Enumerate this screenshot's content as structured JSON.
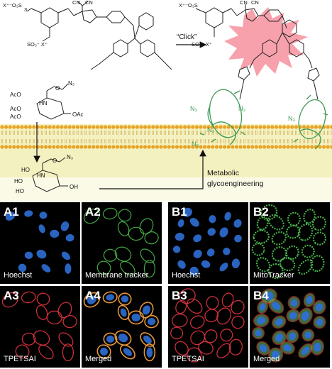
{
  "scheme": {
    "click_label": "“Click”",
    "metabolic_label_1": "Metabolic",
    "metabolic_label_2": "glycoengineering",
    "counter_ion_left": "X⁺⁻O₃S",
    "counter_ion_right": "X⁺⁻O₃S",
    "sulfonate_left": "SO₃⁻ X⁺",
    "sulfonate_right": "SO₃⁻ X⁺",
    "chain_subscript": "3",
    "cn": "CN",
    "n3": "N₃",
    "sugar_top": {
      "aco_1": "AcO",
      "aco_2": "AcO",
      "aco_3": "AcO",
      "hn": "HN",
      "oac": "OAc",
      "o": "O",
      "n3": "N₃"
    },
    "sugar_bottom": {
      "ho_1": "HO",
      "ho_2": "HO",
      "ho_3": "HO",
      "hn": "HN",
      "oh": "OH",
      "o": "O",
      "n3": "N₃"
    }
  },
  "panels": [
    {
      "id": "A1",
      "caption": "Hoechst"
    },
    {
      "id": "A2",
      "caption": "Membrane tracker"
    },
    {
      "id": "B1",
      "caption": "Hoechst"
    },
    {
      "id": "B2",
      "caption": "MitoTracker"
    },
    {
      "id": "A3",
      "caption": "TPETSAI"
    },
    {
      "id": "A4",
      "caption": "Merged"
    },
    {
      "id": "B3",
      "caption": "TPETSAI"
    },
    {
      "id": "B4",
      "caption": "Merged"
    }
  ],
  "colors": {
    "membrane_head": "#e7a324",
    "membrane_band": "#f4f1c0",
    "glycan": "#3d9a55",
    "burst": "#f5919d",
    "nucleus": "#2f6fd6",
    "membrane_stain": "#4fc452",
    "probe_stain": "#e0343e",
    "merged": "#e8963a"
  }
}
